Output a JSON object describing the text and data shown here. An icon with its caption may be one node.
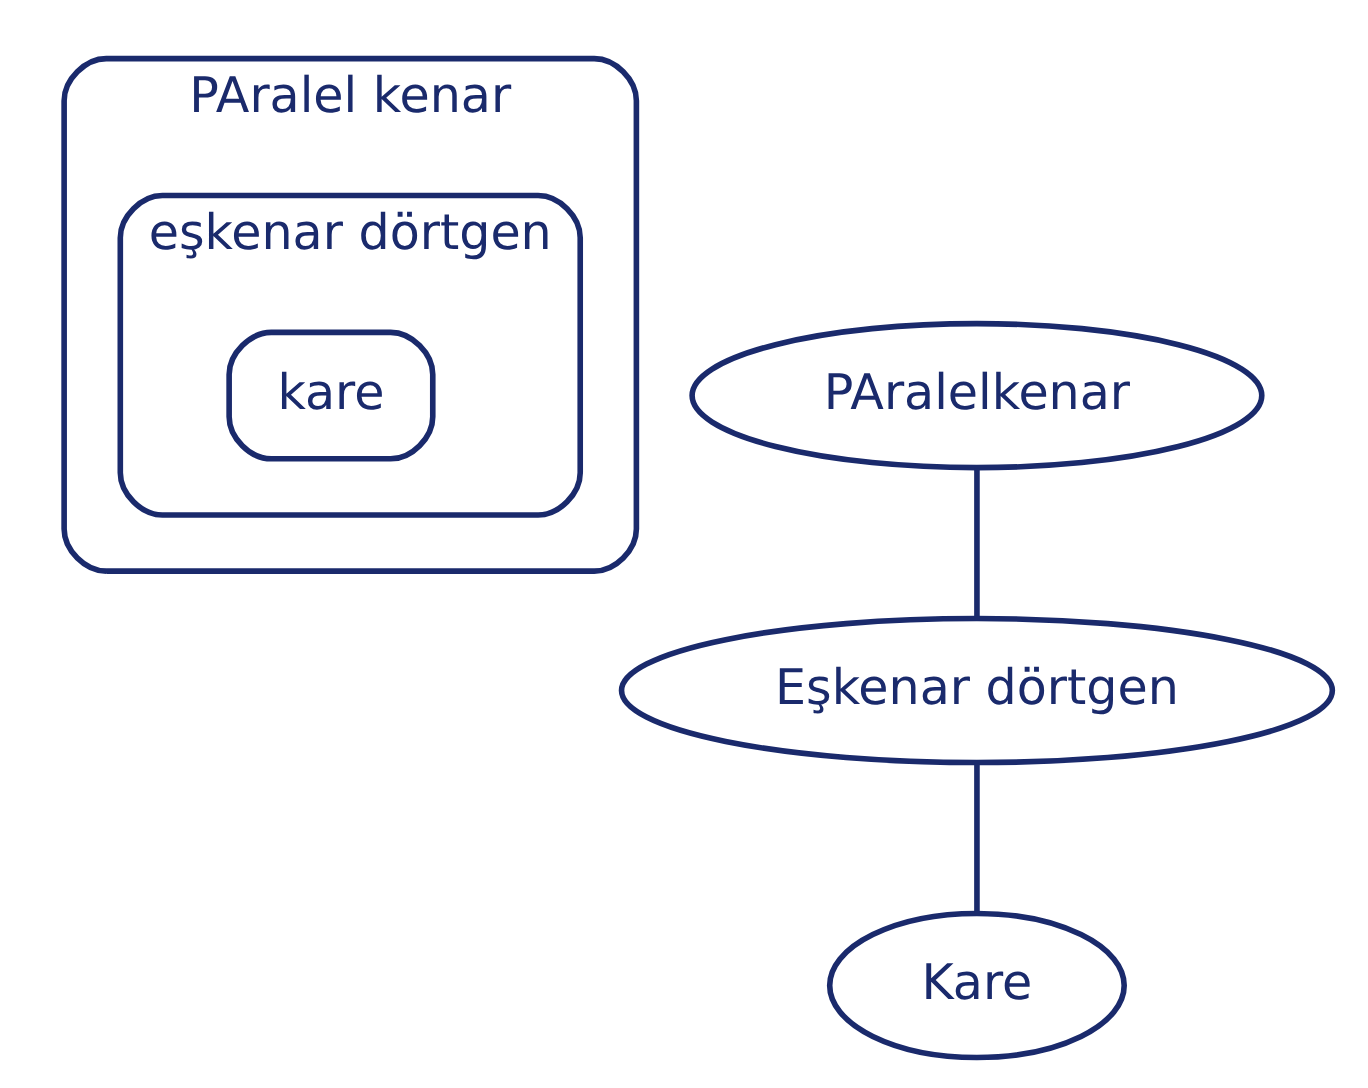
{
  "diagram": {
    "nodes": [
      {
        "text": [
          "PAralel kenar"
        ]
      },
      {
        "text": [
          "eşkenar dörtgen"
        ],
        "in": 0
      },
      {
        "text": [
          "kare"
        ],
        "in": 1
      },
      {
        "text": [
          "PAralelkenar"
        ]
      },
      {
        "text": [
          "Eşkenar dörtgen"
        ]
      },
      {
        "text": [
          "Kare"
        ]
      }
    ],
    "edges": [
      {
        "from": 3,
        "to": 4,
        "arrow": "none"
      },
      {
        "from": 4,
        "to": 5,
        "arrow": "none"
      }
    ]
  }
}
